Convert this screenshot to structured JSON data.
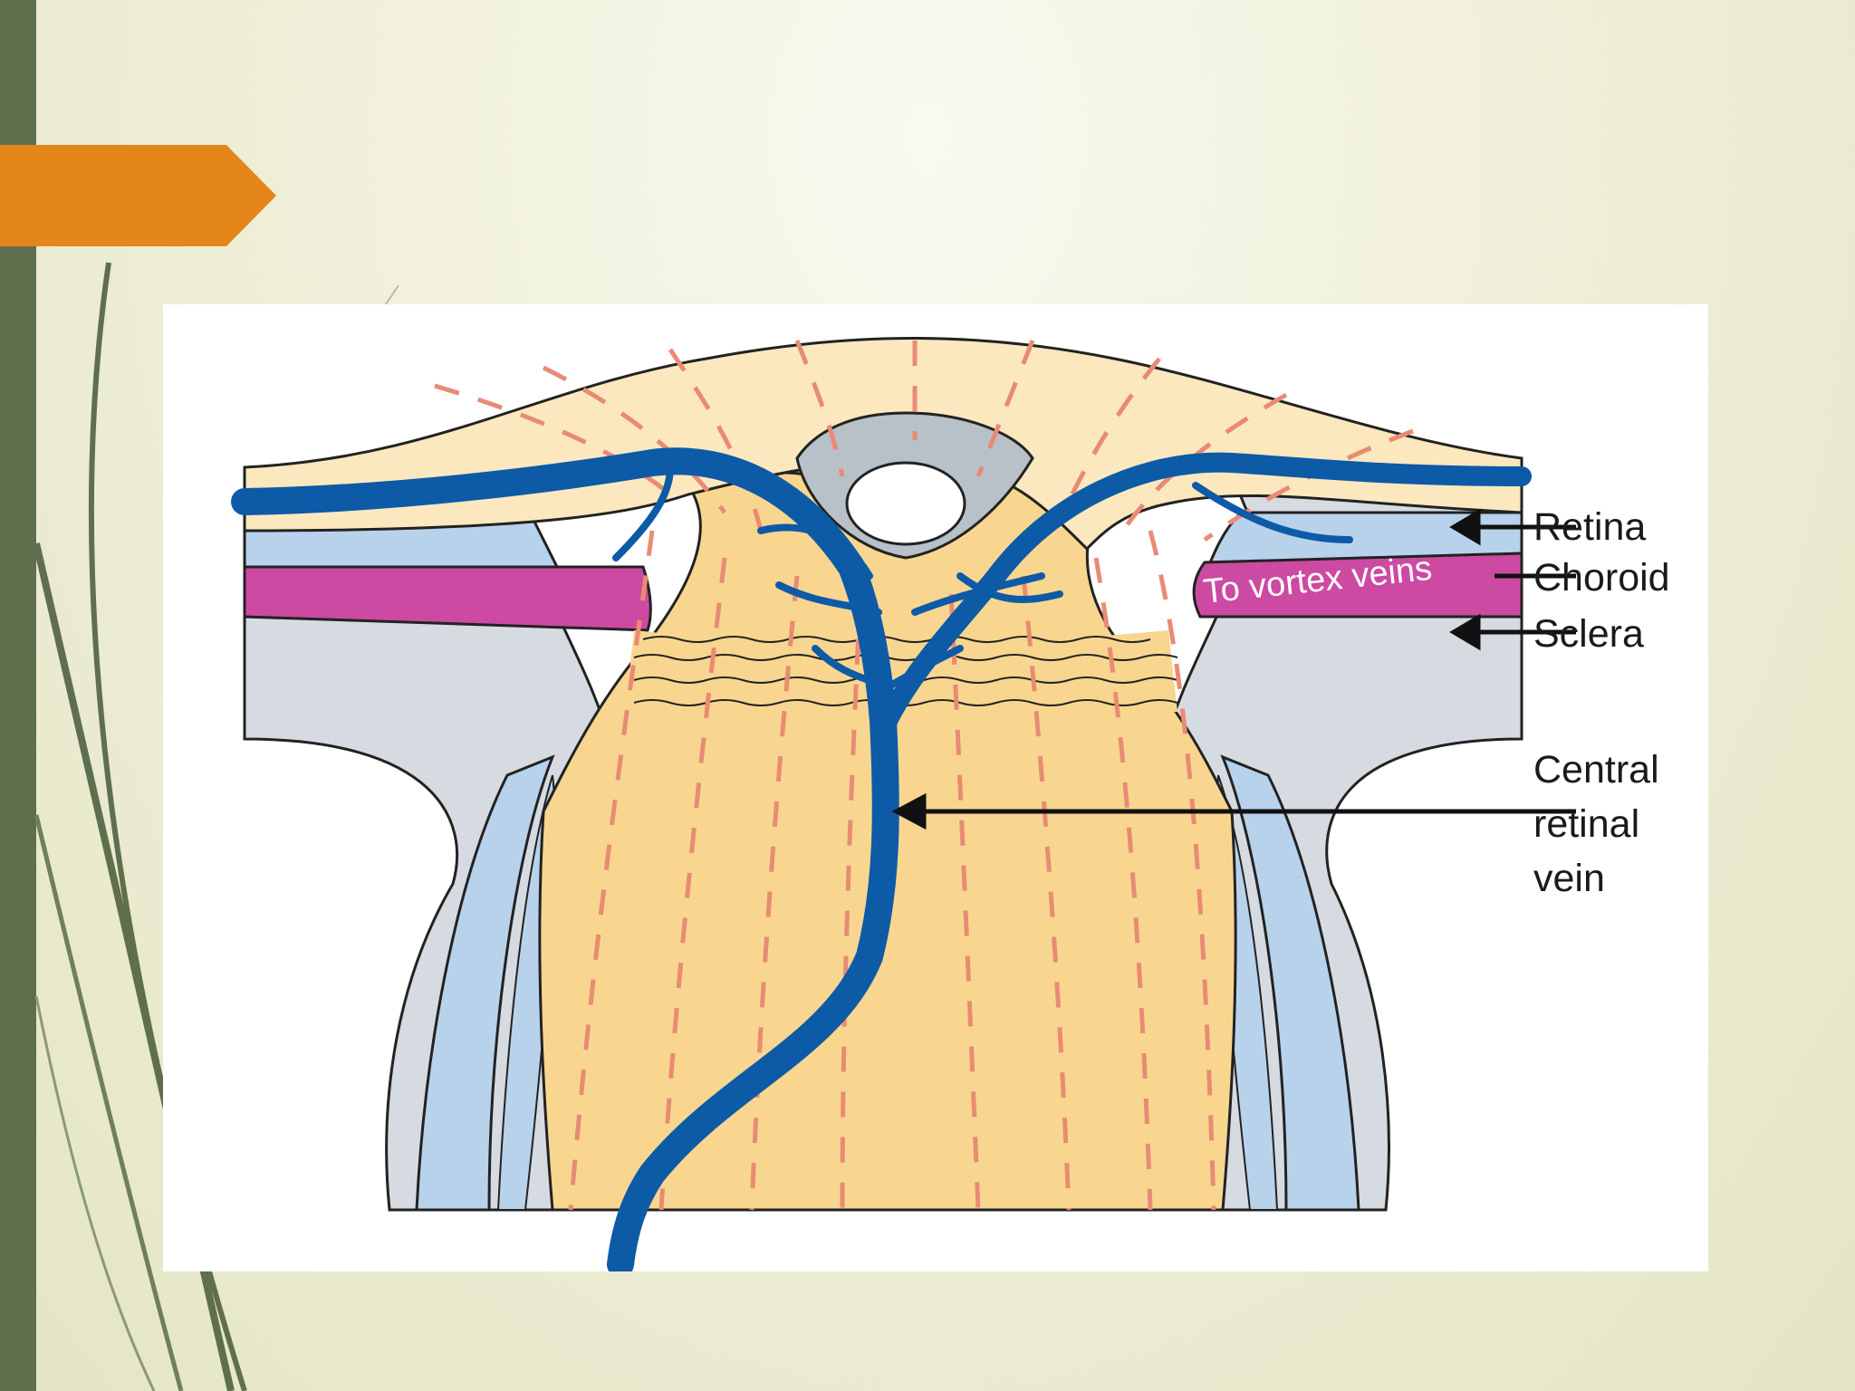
{
  "slide": {
    "colors": {
      "background": "#eeeed6",
      "left_bar": "#5f6f4e",
      "orange_tab": "#e4861a"
    },
    "decorations": [
      "left-bar",
      "orange-tab-arrow",
      "green-swoosh-lines"
    ]
  },
  "diagram": {
    "labels": {
      "retina": "Retina",
      "choroid": "Choroid",
      "sclera": "Sclera",
      "central_retinal_vein_line1": "Central",
      "central_retinal_vein_line2": "retinal",
      "central_retinal_vein_line3": "vein",
      "vortex": "To vortex veins"
    },
    "colors": {
      "nerve_tissue": "#f8d68f",
      "retina_surface": "#fbe8be",
      "sclera": "#d6dbe1",
      "sheath": "#b8d2ec",
      "choroid": "#cc4aa2",
      "vein": "#0d5aa7",
      "fibres": "#e98b74"
    }
  }
}
